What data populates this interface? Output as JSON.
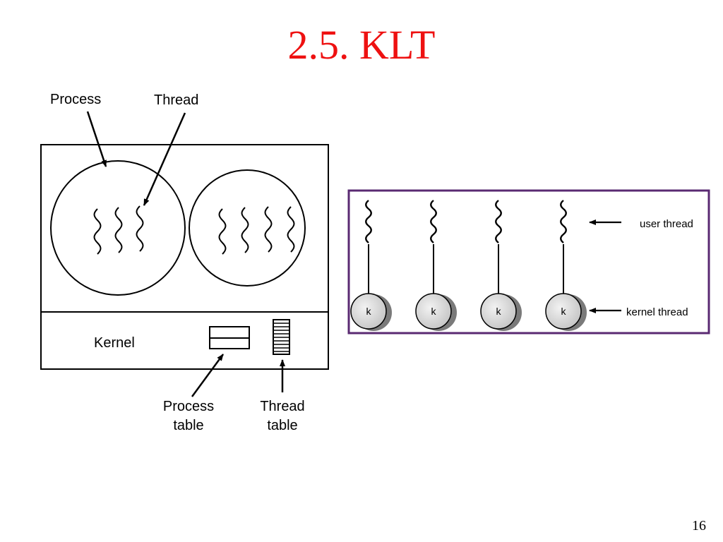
{
  "slide": {
    "title": "2.5. KLT",
    "title_color": "#ee1111",
    "page_number": "16"
  },
  "left_diagram": {
    "process_label": "Process",
    "thread_label": "Thread",
    "kernel_label": "Kernel",
    "process_table_label_line1": "Process",
    "process_table_label_line2": "table",
    "thread_table_label_line1": "Thread",
    "thread_table_label_line2": "table"
  },
  "right_diagram": {
    "user_thread_label": "user thread",
    "kernel_thread_label": "kernel thread",
    "kernel_nodes": [
      "k",
      "k",
      "k",
      "k"
    ],
    "frame_color": "#5a2a72"
  }
}
